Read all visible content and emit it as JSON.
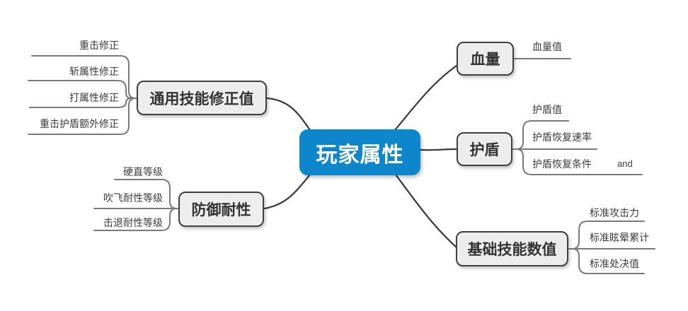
{
  "root": {
    "label": "玩家属性"
  },
  "branches": [
    {
      "id": "general-skill-modifiers",
      "label": "通用技能修正值",
      "children": [
        "重击修正",
        "斩属性修正",
        "打属性修正",
        "重击护盾额外修正"
      ]
    },
    {
      "id": "defense-resistance",
      "label": "防御耐性",
      "children": [
        "硬直等级",
        "吹飞耐性等级",
        "击退耐性等级"
      ]
    },
    {
      "id": "health",
      "label": "血量",
      "children": [
        "血量值"
      ]
    },
    {
      "id": "shield",
      "label": "护盾",
      "children": [
        "护盾值",
        "护盾恢复速率",
        "护盾恢复条件"
      ],
      "annotation": "and"
    },
    {
      "id": "base-skill-values",
      "label": "基础技能数值",
      "children": [
        "标准攻击力",
        "标准眩晕累计",
        "标准处决值"
      ]
    }
  ],
  "colors": {
    "root_bg": "#0e86cc",
    "root_text": "#ffffff",
    "branch_bg": "#ededed",
    "branch_border": "#3f3f3f",
    "branch_text": "#333333",
    "link": "#383838",
    "leaf_link": "#7a7a7a",
    "leaf_text": "#3c3c3c"
  }
}
